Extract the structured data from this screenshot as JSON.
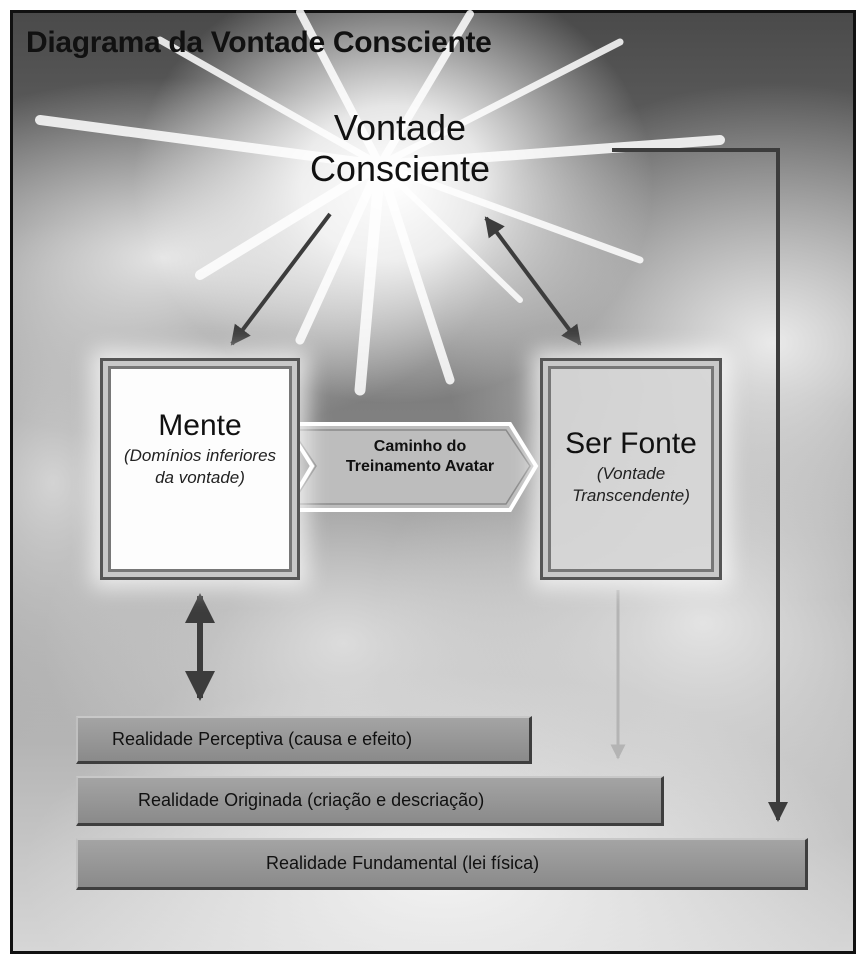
{
  "title": "Diagrama da Vontade Consciente",
  "top": {
    "line1": "Vontade",
    "line2": "Consciente"
  },
  "mente": {
    "label": "Mente",
    "sub": "(Domínios inferiores da vontade)"
  },
  "fonte": {
    "label": "Ser Fonte",
    "sub": "(Vontade Transcendente)"
  },
  "path": {
    "line1": "Caminho do",
    "line2": "Treinamento Avatar"
  },
  "realities": [
    "Realidade Perceptiva (causa e efeito)",
    "Realidade Originada (criação e descriação)",
    "Realidade Fundamental (lei física)"
  ],
  "colors": {
    "arrow": "#3c3c3c",
    "faint_arrow": "#b4b4b4",
    "sky": "#7a7a7a"
  }
}
